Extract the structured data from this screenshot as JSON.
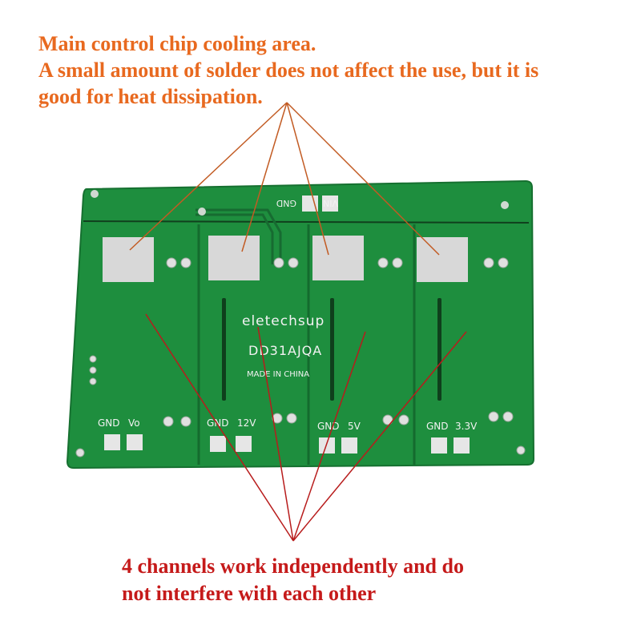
{
  "top_caption": {
    "line1": "Main control chip cooling area.",
    "line2": "A small amount of solder does not affect the use, but it is",
    "line3": "good for heat dissipation."
  },
  "bottom_caption": {
    "line1": "4 channels work independently and do",
    "line2": "not interfere with each other"
  },
  "board": {
    "silkscreen": {
      "brand": "eletechsup",
      "model": "DD31AJQA",
      "origin": "MADE IN CHINA",
      "input_gnd": "GND",
      "input_vin": "VIN"
    },
    "channels": [
      {
        "gnd_label": "GND",
        "output_label": "Vo"
      },
      {
        "gnd_label": "GND",
        "output_label": "12V"
      },
      {
        "gnd_label": "GND",
        "output_label": "5V"
      },
      {
        "gnd_label": "GND",
        "output_label": "3.3V"
      }
    ]
  },
  "colors": {
    "pcb_green": "#1e8e3e",
    "top_annotation": "#e8691f",
    "bottom_annotation": "#c51a1a"
  }
}
